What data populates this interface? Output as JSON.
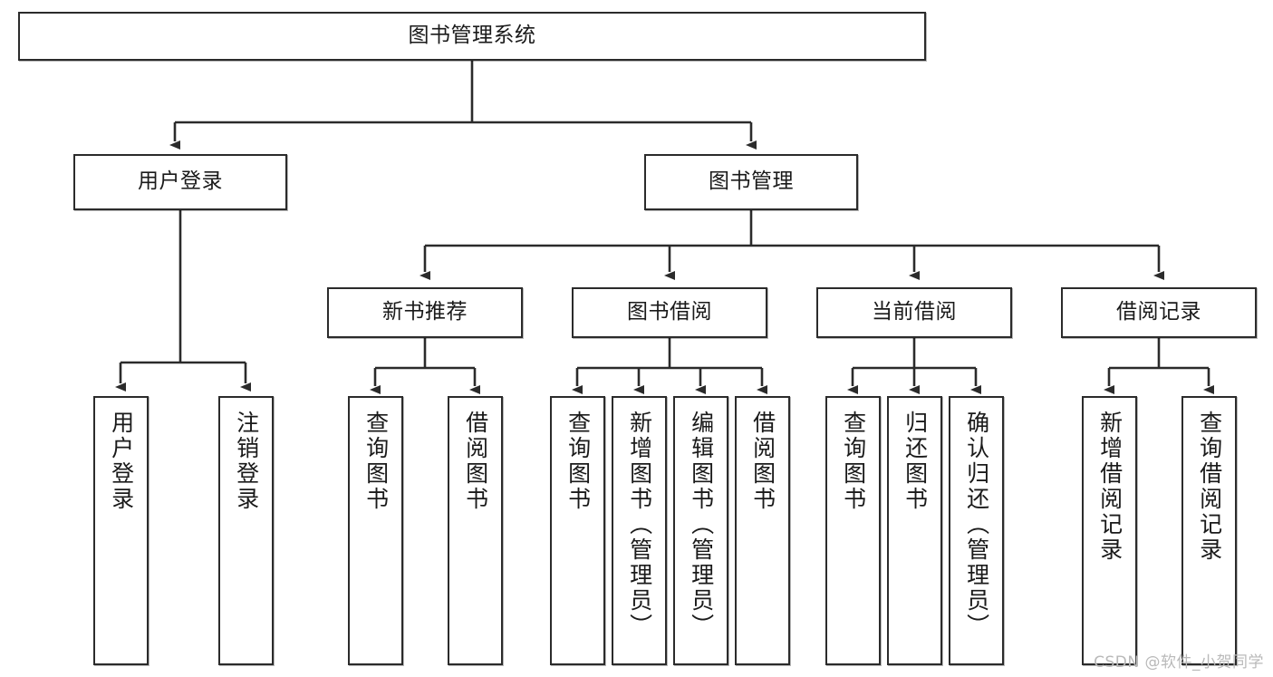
{
  "diagram": {
    "title": "图书管理系统",
    "watermark": "CSDN @软件_小贺同学",
    "stroke_color": "#2b2b2b",
    "fill_color": "#ffffff",
    "text_color": "#1a1a1a",
    "nodes": {
      "root": "图书管理系统",
      "level2": {
        "user_login": "用户登录",
        "book_manage": "图书管理"
      },
      "level3": {
        "new_book_recommend": "新书推荐",
        "book_borrow": "图书借阅",
        "current_borrow": "当前借阅",
        "borrow_record": "借阅记录"
      },
      "leaves": {
        "user_login_children": [
          "用户登录",
          "注销登录"
        ],
        "new_book_recommend_children": [
          "查询图书",
          "借阅图书"
        ],
        "book_borrow_children": [
          "查询图书",
          "新增图书（管理员）",
          "编辑图书（管理员）",
          "借阅图书"
        ],
        "current_borrow_children": [
          "查询图书",
          "归还图书",
          "确认归还（管理员）"
        ],
        "borrow_record_children": [
          "新增借阅记录",
          "查询借阅记录"
        ]
      }
    }
  }
}
